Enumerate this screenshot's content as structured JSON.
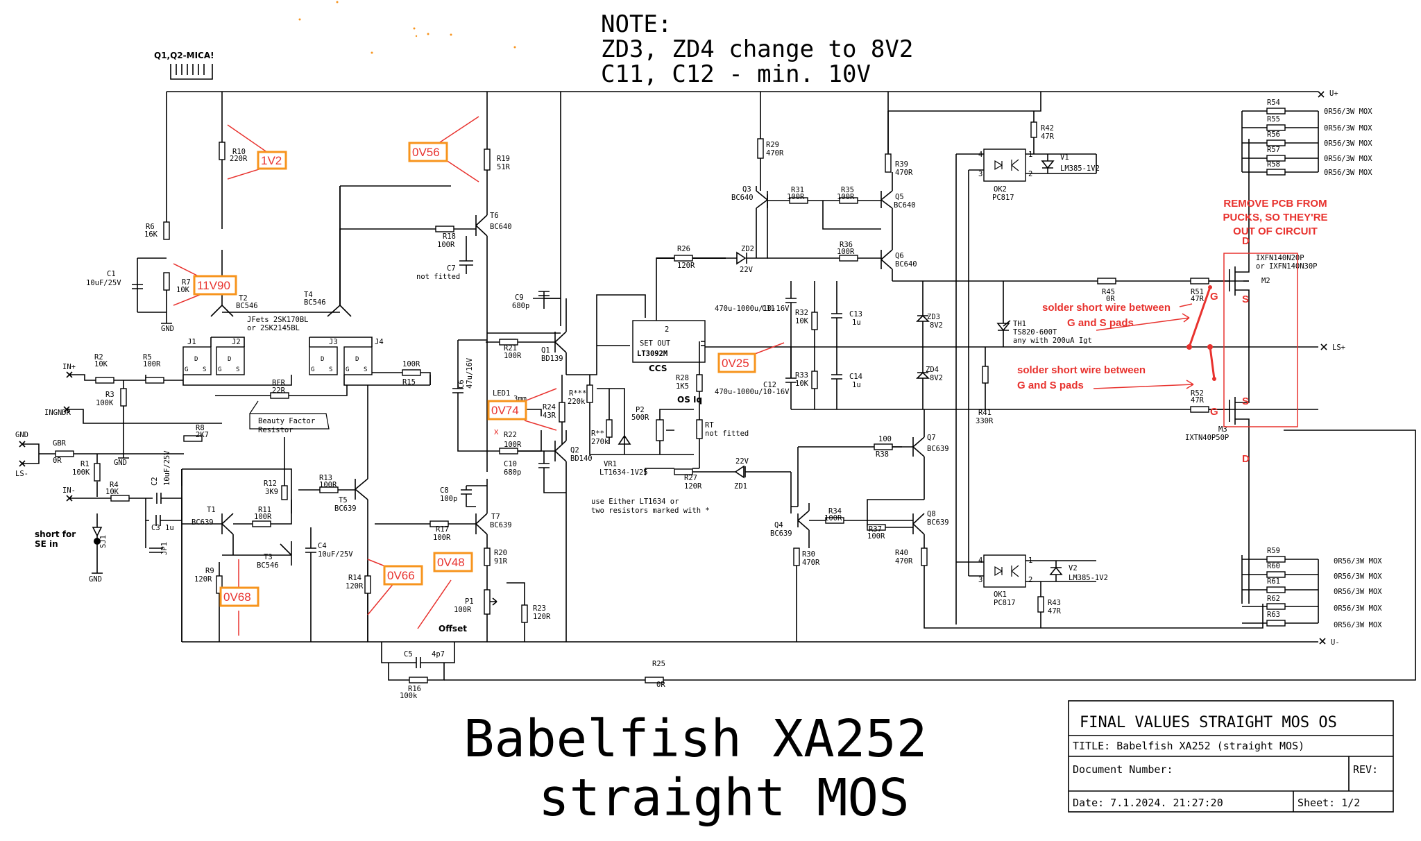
{
  "note": {
    "title": "NOTE:",
    "line1": "ZD3, ZD4 change to 8V2",
    "line2": "C11, C12 - min. 10V"
  },
  "header_label": "Q1,Q2-MICA!",
  "big_title": {
    "line1": "Babelfish XA252",
    "line2": "straight MOS"
  },
  "title_block": {
    "heading": "FINAL VALUES STRAIGHT MOS OS",
    "title": "TITLE:  Babelfish XA252 (straight MOS)",
    "doc_number": "Document Number:",
    "rev": "REV:",
    "date": "Date: 7.1.2024. 21:27:20",
    "sheet": "Sheet: 1/2"
  },
  "rails": {
    "vplus": "U+",
    "vminus": "U-",
    "ls_plus": "LS+"
  },
  "inputs": {
    "in_plus": "IN+",
    "in_minus": "IN-",
    "ingndr": "INGNDR",
    "gnd": "GND",
    "ls_minus": "LS-",
    "gnd_label": "GND",
    "short_se_1": "short for",
    "short_se_2": "SE in"
  },
  "labels": {
    "beauty1": "Beauty Factor",
    "beauty2": "Resistor",
    "jfets1": "JFets 2SK170BL",
    "jfets2": "or 2SK2145BL",
    "ccs": "CCS",
    "os_iq": "OS Iq",
    "use1": "use Either LT1634 or",
    "use2": "two resistors marked with *",
    "offset": "Offset",
    "th1_note": "any with 200uA Igt",
    "not_fitted": "not fitted"
  },
  "voltages": {
    "r10": "1V2",
    "r19": "0V56",
    "r7": "11V90",
    "r24": "0V74",
    "cbias": "0V25",
    "r9": "0V68",
    "r14": "0V66",
    "r20": "0V48"
  },
  "annotations": {
    "remove1": "REMOVE PCB FROM",
    "remove2": "PUCKS, SO THEY'RE",
    "remove3": "OUT OF CIRCUIT",
    "solder1a": "solder short wire between",
    "solder1b": "G and S pads",
    "solder2a": "solder short wire between",
    "solder2b": "G and S pads",
    "D": "D",
    "G": "G",
    "S": "S"
  },
  "parts": {
    "r10": [
      "R10",
      "220R"
    ],
    "r6": [
      "R6",
      "16K"
    ],
    "c1": [
      "C1",
      "10uF/25V"
    ],
    "r7": [
      "R7",
      "10K"
    ],
    "t2": [
      "T2",
      "BC546"
    ],
    "t4": [
      "T4",
      "BC546"
    ],
    "r19": [
      "R19",
      "51R"
    ],
    "t6": [
      "T6",
      "BC640"
    ],
    "r18": [
      "R18",
      "100R"
    ],
    "c7": [
      "C7",
      "not fitted"
    ],
    "r2": [
      "R2",
      "10K"
    ],
    "r5": [
      "R5",
      "100R"
    ],
    "r3": [
      "R3",
      "100K"
    ],
    "r15": [
      "R15",
      "100R"
    ],
    "bfr": [
      "BFR",
      "22R"
    ],
    "r8": [
      "R8",
      "2K7"
    ],
    "gbr": [
      "GBR",
      "0R"
    ],
    "r1": [
      "R1",
      "100K"
    ],
    "r4": [
      "R4",
      "10K"
    ],
    "c2": [
      "C2",
      "10uF/25V"
    ],
    "c3": [
      "C3",
      "1u"
    ],
    "sj1": "SJ1",
    "jp1": "JP1",
    "t1": [
      "T1",
      "BC639"
    ],
    "r11": [
      "R11",
      "100R"
    ],
    "r12": [
      "R12",
      "3K9"
    ],
    "r13": [
      "R13",
      "100R"
    ],
    "t5": [
      "T5",
      "BC639"
    ],
    "t3": [
      "T3",
      "BC546"
    ],
    "c4": [
      "C4",
      "10uF/25V"
    ],
    "r9": [
      "R9",
      "120R"
    ],
    "r14": [
      "R14",
      "120R"
    ],
    "r17": [
      "R17",
      "100R"
    ],
    "t7": [
      "T7",
      "BC639"
    ],
    "c8": [
      "C8",
      "100p"
    ],
    "r20": [
      "R20",
      "91R"
    ],
    "p1": [
      "P1",
      "100R"
    ],
    "r23": [
      "R23",
      "120R"
    ],
    "c5": [
      "C5",
      "4p7"
    ],
    "r16": [
      "R16",
      "100k"
    ],
    "r25": [
      "R25",
      "0R"
    ],
    "c9": [
      "C9",
      "680p"
    ],
    "r21": [
      "R21",
      "100R"
    ],
    "q1": [
      "Q1",
      "BD139"
    ],
    "c6": [
      "C6",
      "47u/16V"
    ],
    "led1": [
      "LED1",
      "3mm"
    ],
    "r24": [
      "R24",
      "43R"
    ],
    "r22": [
      "R22",
      "100R"
    ],
    "q2": [
      "Q2",
      "BD140"
    ],
    "c10": [
      "C10",
      "680p"
    ],
    "rstar": [
      "R***",
      "220k"
    ],
    "r270": [
      "R**",
      "270k"
    ],
    "vr1": [
      "VR1",
      "LT1634-1V25"
    ],
    "p2": [
      "P2",
      "500R"
    ],
    "lt": [
      "LT3092M",
      "SET  OUT"
    ],
    "r28": [
      "R28",
      "1K5"
    ],
    "rt": [
      "RT",
      "not fitted"
    ],
    "r27": [
      "R27",
      "120R"
    ],
    "zd1": [
      "ZD1",
      "22V"
    ],
    "r26": [
      "R26",
      "120R"
    ],
    "zd2": [
      "ZD2",
      "22V"
    ],
    "r29": [
      "R29",
      "470R"
    ],
    "q3": [
      "Q3",
      "BC640"
    ],
    "r31": [
      "R31",
      "100R"
    ],
    "r35": [
      "R35",
      "100R"
    ],
    "q5": [
      "Q5",
      "BC640"
    ],
    "r39": [
      "R39",
      "470R"
    ],
    "r36": [
      "R36",
      "100R"
    ],
    "q6": [
      "Q6",
      "BC640"
    ],
    "c11": [
      "C11",
      "470u-1000u/10-16V"
    ],
    "r32": [
      "R32",
      "10K"
    ],
    "c13": [
      "C13",
      "1u"
    ],
    "c12": [
      "C12",
      "470u-1000u/10-16V"
    ],
    "r33": [
      "R33",
      "10K"
    ],
    "c14": [
      "C14",
      "1u"
    ],
    "zd3": [
      "ZD3",
      "8V2"
    ],
    "zd4": [
      "ZD4",
      "8V2"
    ],
    "r42": [
      "R42",
      "47R"
    ],
    "ok2": [
      "OK2",
      "PC817"
    ],
    "v1": [
      "V1",
      "LM385-1V2"
    ],
    "th1": [
      "TH1",
      "TS820-600T"
    ],
    "r45": [
      "R45",
      "0R"
    ],
    "r51": [
      "R51",
      "47R"
    ],
    "r52": [
      "R52",
      "47R"
    ],
    "r41": [
      "R41",
      "330R"
    ],
    "m2": [
      "M2",
      "IXFN140N20P",
      "or IXFN140N30P"
    ],
    "m3": [
      "M3",
      "IXTN40P50P"
    ],
    "r38": [
      "R38",
      "100"
    ],
    "q7": [
      "Q7",
      "BC639"
    ],
    "q4": [
      "Q4",
      "BC639"
    ],
    "r34": [
      "R34",
      "100R"
    ],
    "r37": [
      "R37",
      "100R"
    ],
    "q8": [
      "Q8",
      "BC639"
    ],
    "r30": [
      "R30",
      "470R"
    ],
    "r40": [
      "R40",
      "470R"
    ],
    "ok1": [
      "OK1",
      "PC817"
    ],
    "v2": [
      "V2",
      "LM385-1V2"
    ],
    "r43": [
      "R43",
      "47R"
    ],
    "j1": "J1",
    "j2": "J2",
    "j3": "J3",
    "j4": "J4"
  },
  "emitter_resistors": {
    "top": [
      [
        "R54",
        "0R56/3W MOX"
      ],
      [
        "R55",
        "0R56/3W MOX"
      ],
      [
        "R56",
        "0R56/3W MOX"
      ],
      [
        "R57",
        "0R56/3W MOX"
      ],
      [
        "R58",
        "0R56/3W MOX"
      ]
    ],
    "bottom": [
      [
        "R59",
        "0R56/3W MOX"
      ],
      [
        "R60",
        "0R56/3W MOX"
      ],
      [
        "R61",
        "0R56/3W MOX"
      ],
      [
        "R62",
        "0R56/3W MOX"
      ],
      [
        "R63",
        "0R56/3W MOX"
      ]
    ]
  },
  "colors": {
    "voltage_box": "#f7941d",
    "annotation_red": "#e8322e"
  }
}
